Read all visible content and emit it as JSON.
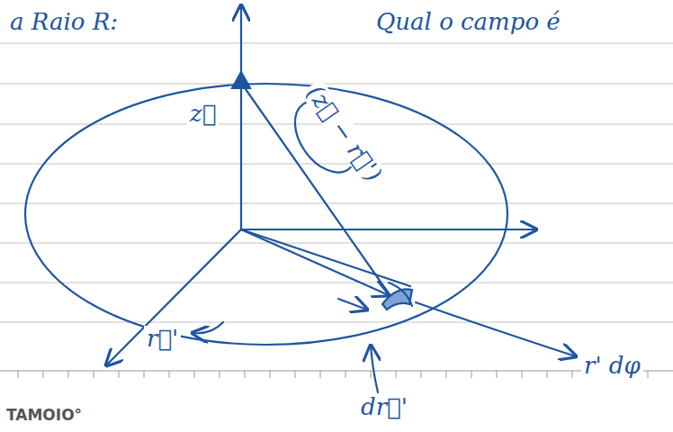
{
  "diagram": {
    "labels": [
      "a Raio R:",
      "Qual o campo é",
      "z⃗",
      "(z⃗ − r⃗')",
      "r⃗'",
      "r' dφ",
      "dr⃗'",
      "TAMOIO°"
    ]
  }
}
